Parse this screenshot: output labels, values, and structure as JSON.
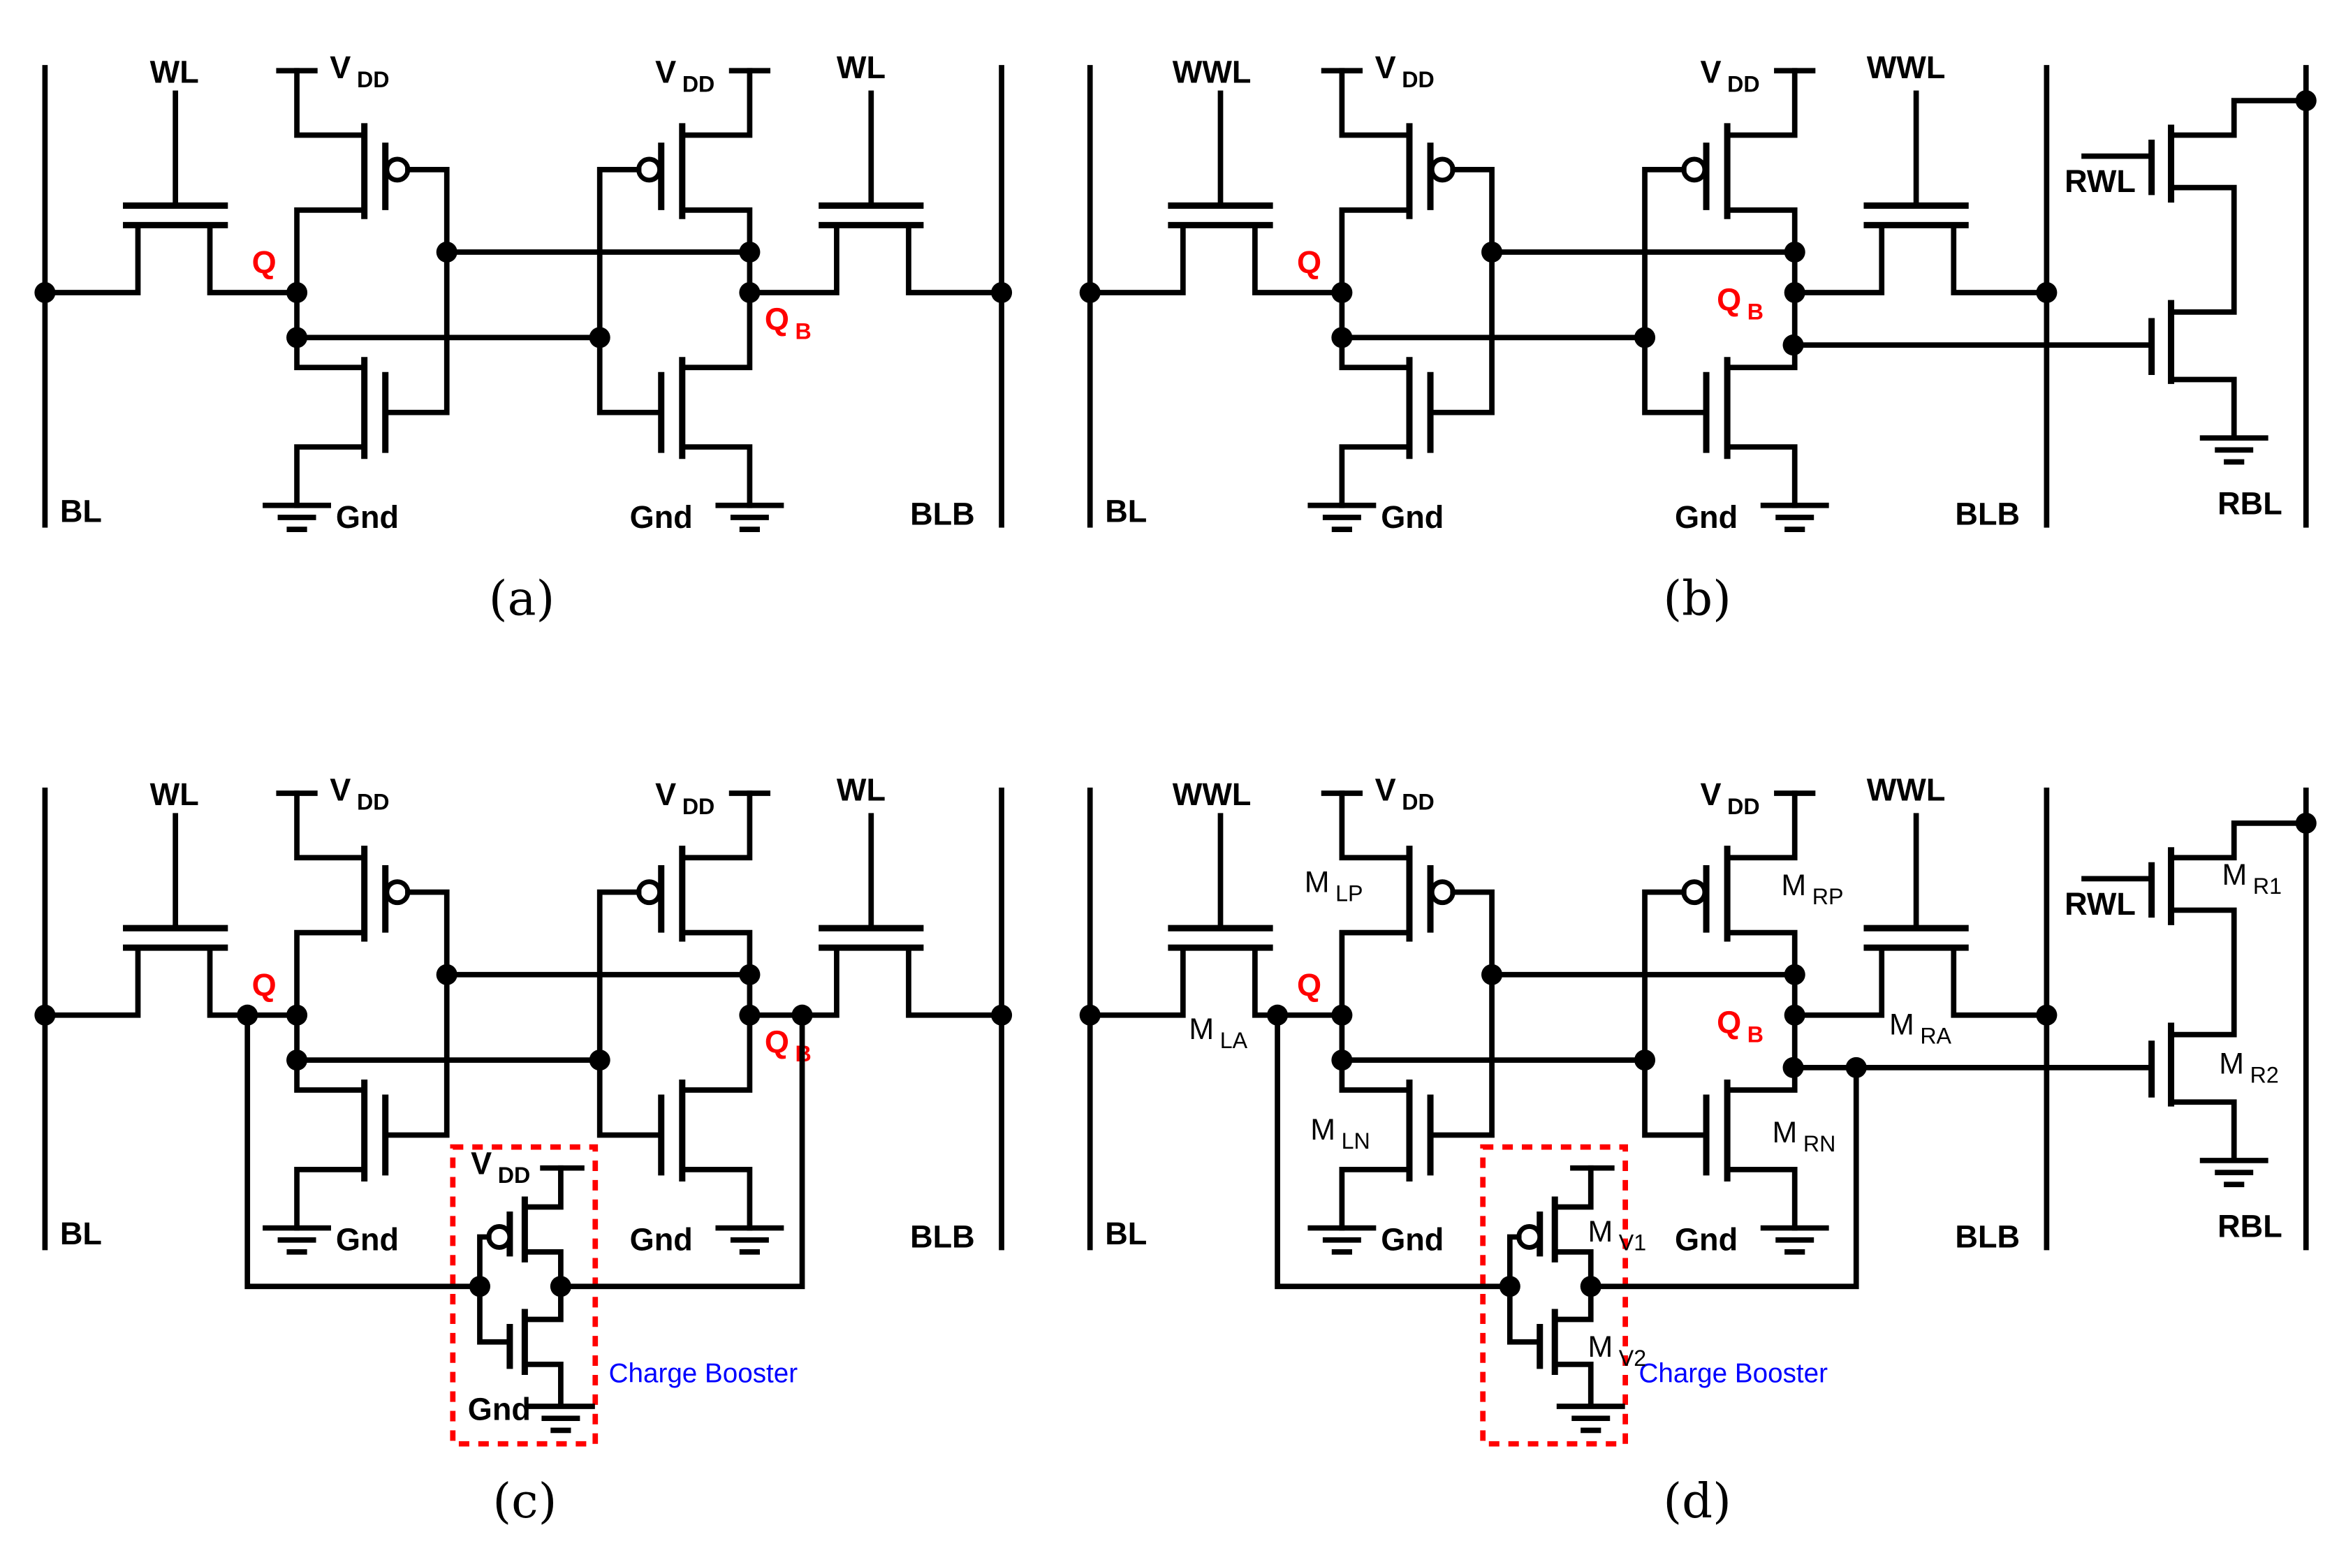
{
  "colors": {
    "wire": "#000000",
    "storage_node_label": "#ff0000",
    "booster_box": "#ff0000",
    "booster_label": "#0000ff"
  },
  "panels": {
    "a": {
      "caption": "(a)",
      "wl_left": "WL",
      "wl_right": "WL",
      "vdd": {
        "main": "V",
        "sub": "DD"
      },
      "bl": "BL",
      "blb": "BLB",
      "gnd": "Gnd",
      "q": "Q",
      "qb": {
        "main": "Q",
        "sub": "B"
      }
    },
    "b": {
      "caption": "(b)",
      "wl_left": "WWL",
      "wl_right": "WWL",
      "vdd": {
        "main": "V",
        "sub": "DD"
      },
      "bl": "BL",
      "blb": "BLB",
      "gnd": "Gnd",
      "q": "Q",
      "qb": {
        "main": "Q",
        "sub": "B"
      },
      "rwl": "RWL",
      "rbl": "RBL"
    },
    "c": {
      "caption": "(c)",
      "wl_left": "WL",
      "wl_right": "WL",
      "vdd": {
        "main": "V",
        "sub": "DD"
      },
      "bl": "BL",
      "blb": "BLB",
      "gnd": "Gnd",
      "q": "Q",
      "qb": {
        "main": "Q",
        "sub": "B"
      },
      "booster": {
        "label": "Charge Booster",
        "vdd": {
          "main": "V",
          "sub": "DD"
        },
        "gnd": "Gnd"
      }
    },
    "d": {
      "caption": "(d)",
      "wl_left": "WWL",
      "wl_right": "WWL",
      "vdd": {
        "main": "V",
        "sub": "DD"
      },
      "bl": "BL",
      "blb": "BLB",
      "gnd": "Gnd",
      "q": "Q",
      "qb": {
        "main": "Q",
        "sub": "B"
      },
      "rwl": "RWL",
      "rbl": "RBL",
      "booster": {
        "label": "Charge Booster"
      },
      "transistors": {
        "mlp": {
          "main": "M",
          "sub": "LP"
        },
        "mrp": {
          "main": "M",
          "sub": "RP"
        },
        "mla": {
          "main": "M",
          "sub": "LA"
        },
        "mra": {
          "main": "M",
          "sub": "RA"
        },
        "mln": {
          "main": "M",
          "sub": "LN"
        },
        "mrn": {
          "main": "M",
          "sub": "RN"
        },
        "mr1": {
          "main": "M",
          "sub": "R1"
        },
        "mr2": {
          "main": "M",
          "sub": "R2"
        },
        "mv1": {
          "main": "M",
          "sub": "V1"
        },
        "mv2": {
          "main": "M",
          "sub": "V2"
        }
      }
    }
  }
}
